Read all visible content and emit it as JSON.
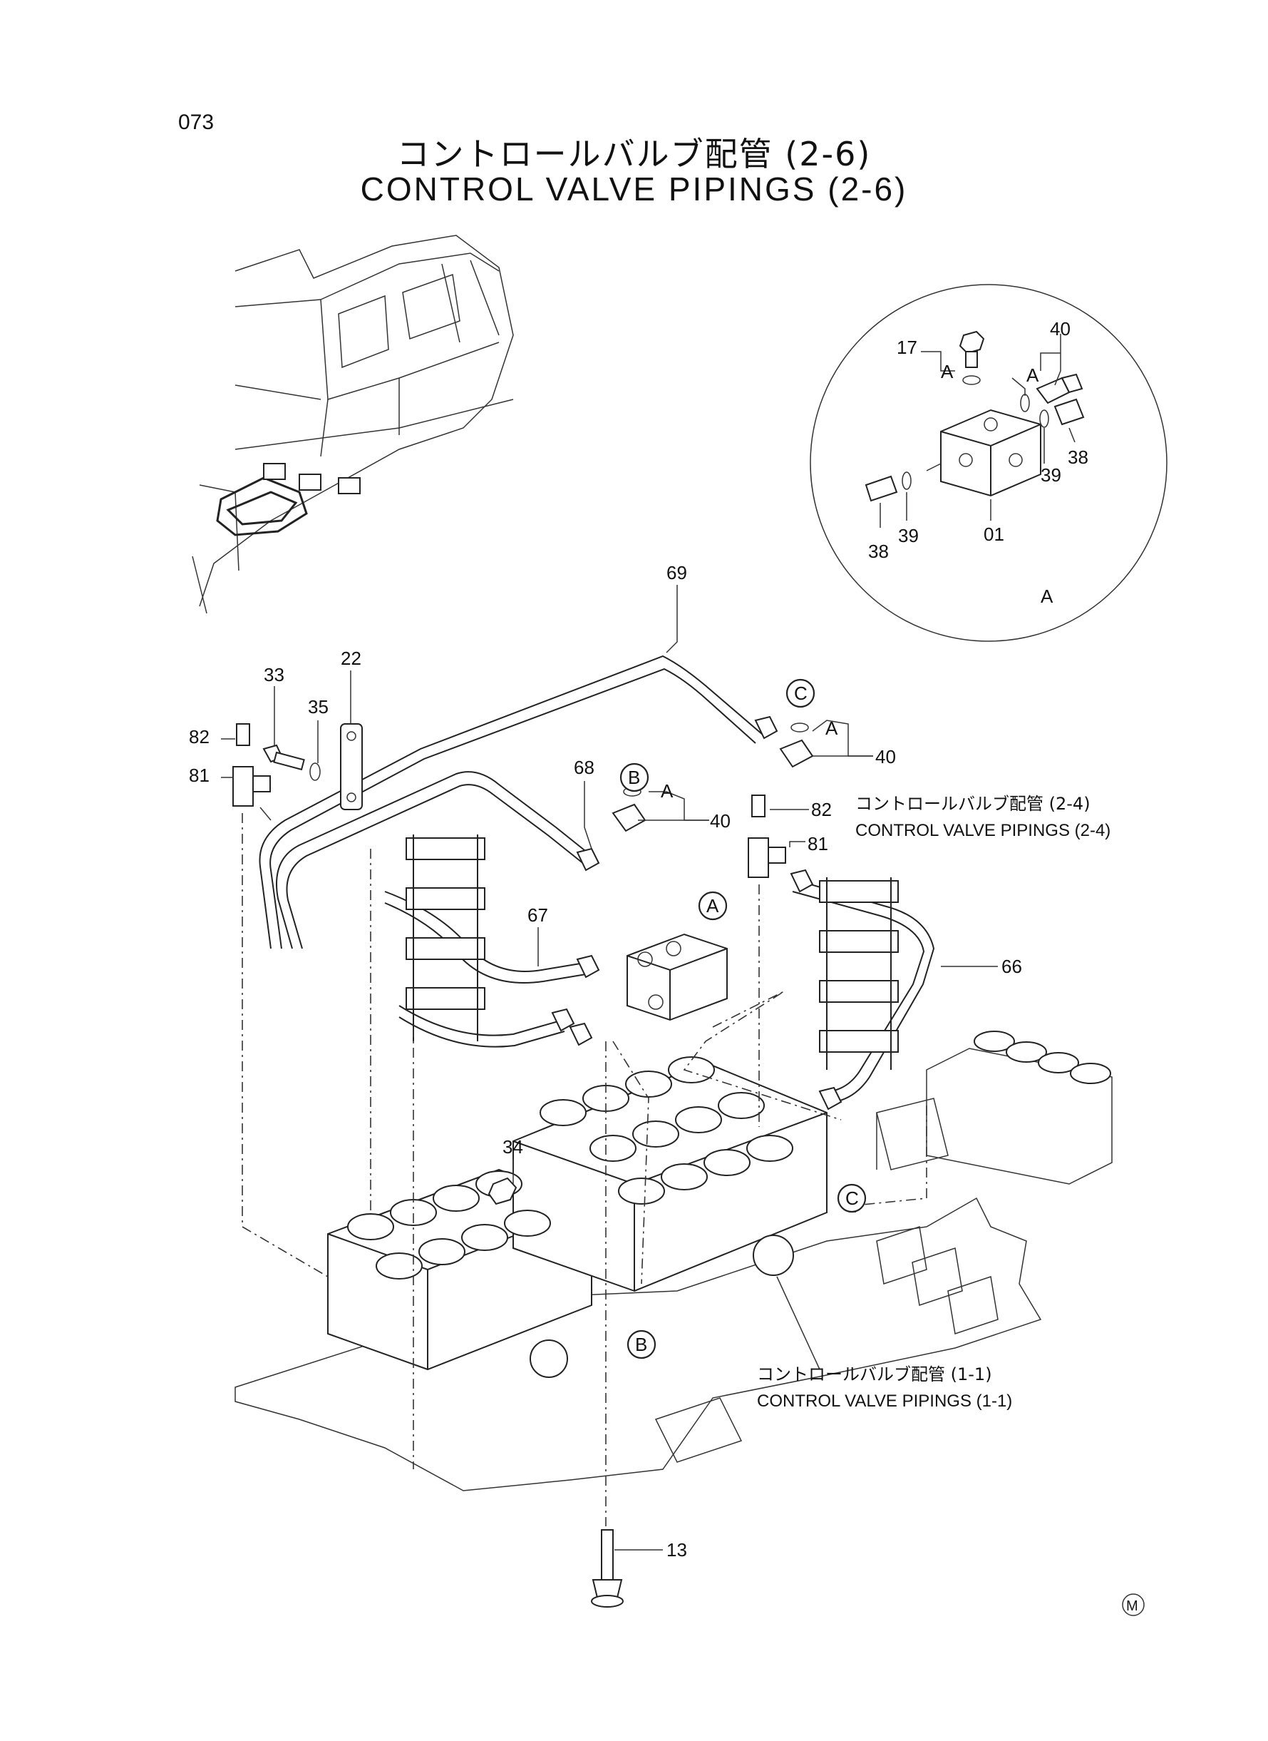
{
  "page_number": "073",
  "title_jp": "コントロールバルブ配管 (2-6)",
  "title_en": "CONTROL VALVE PIPINGS (2-6)",
  "detail_label": "A",
  "part_labels": {
    "p17": "17",
    "p40a": "40",
    "pA1": "A",
    "pA2": "A",
    "p38a": "38",
    "p39a": "39",
    "p39b": "39",
    "p38b": "38",
    "p01": "01",
    "p69": "69",
    "p22": "22",
    "p33": "33",
    "p35": "35",
    "p82a": "82",
    "p81a": "81",
    "p68": "68",
    "p40b": "40",
    "pA3": "A",
    "p40c": "40",
    "pA4": "A",
    "p82b": "82",
    "p81b": "81",
    "p67": "67",
    "p66": "66",
    "p34": "34",
    "p13": "13"
  },
  "circle_labels": {
    "cB1": "B",
    "cC1": "C",
    "cA": "A",
    "cC2": "C",
    "cB2": "B"
  },
  "references": {
    "ref24_jp": "コントロールバルブ配管 (2-4)",
    "ref24_en": "CONTROL VALVE PIPINGS (2-4)",
    "ref11_jp": "コントロールバルブ配管 (1-1)",
    "ref11_en": "CONTROL VALVE PIPINGS (1-1)"
  },
  "mark": "M"
}
